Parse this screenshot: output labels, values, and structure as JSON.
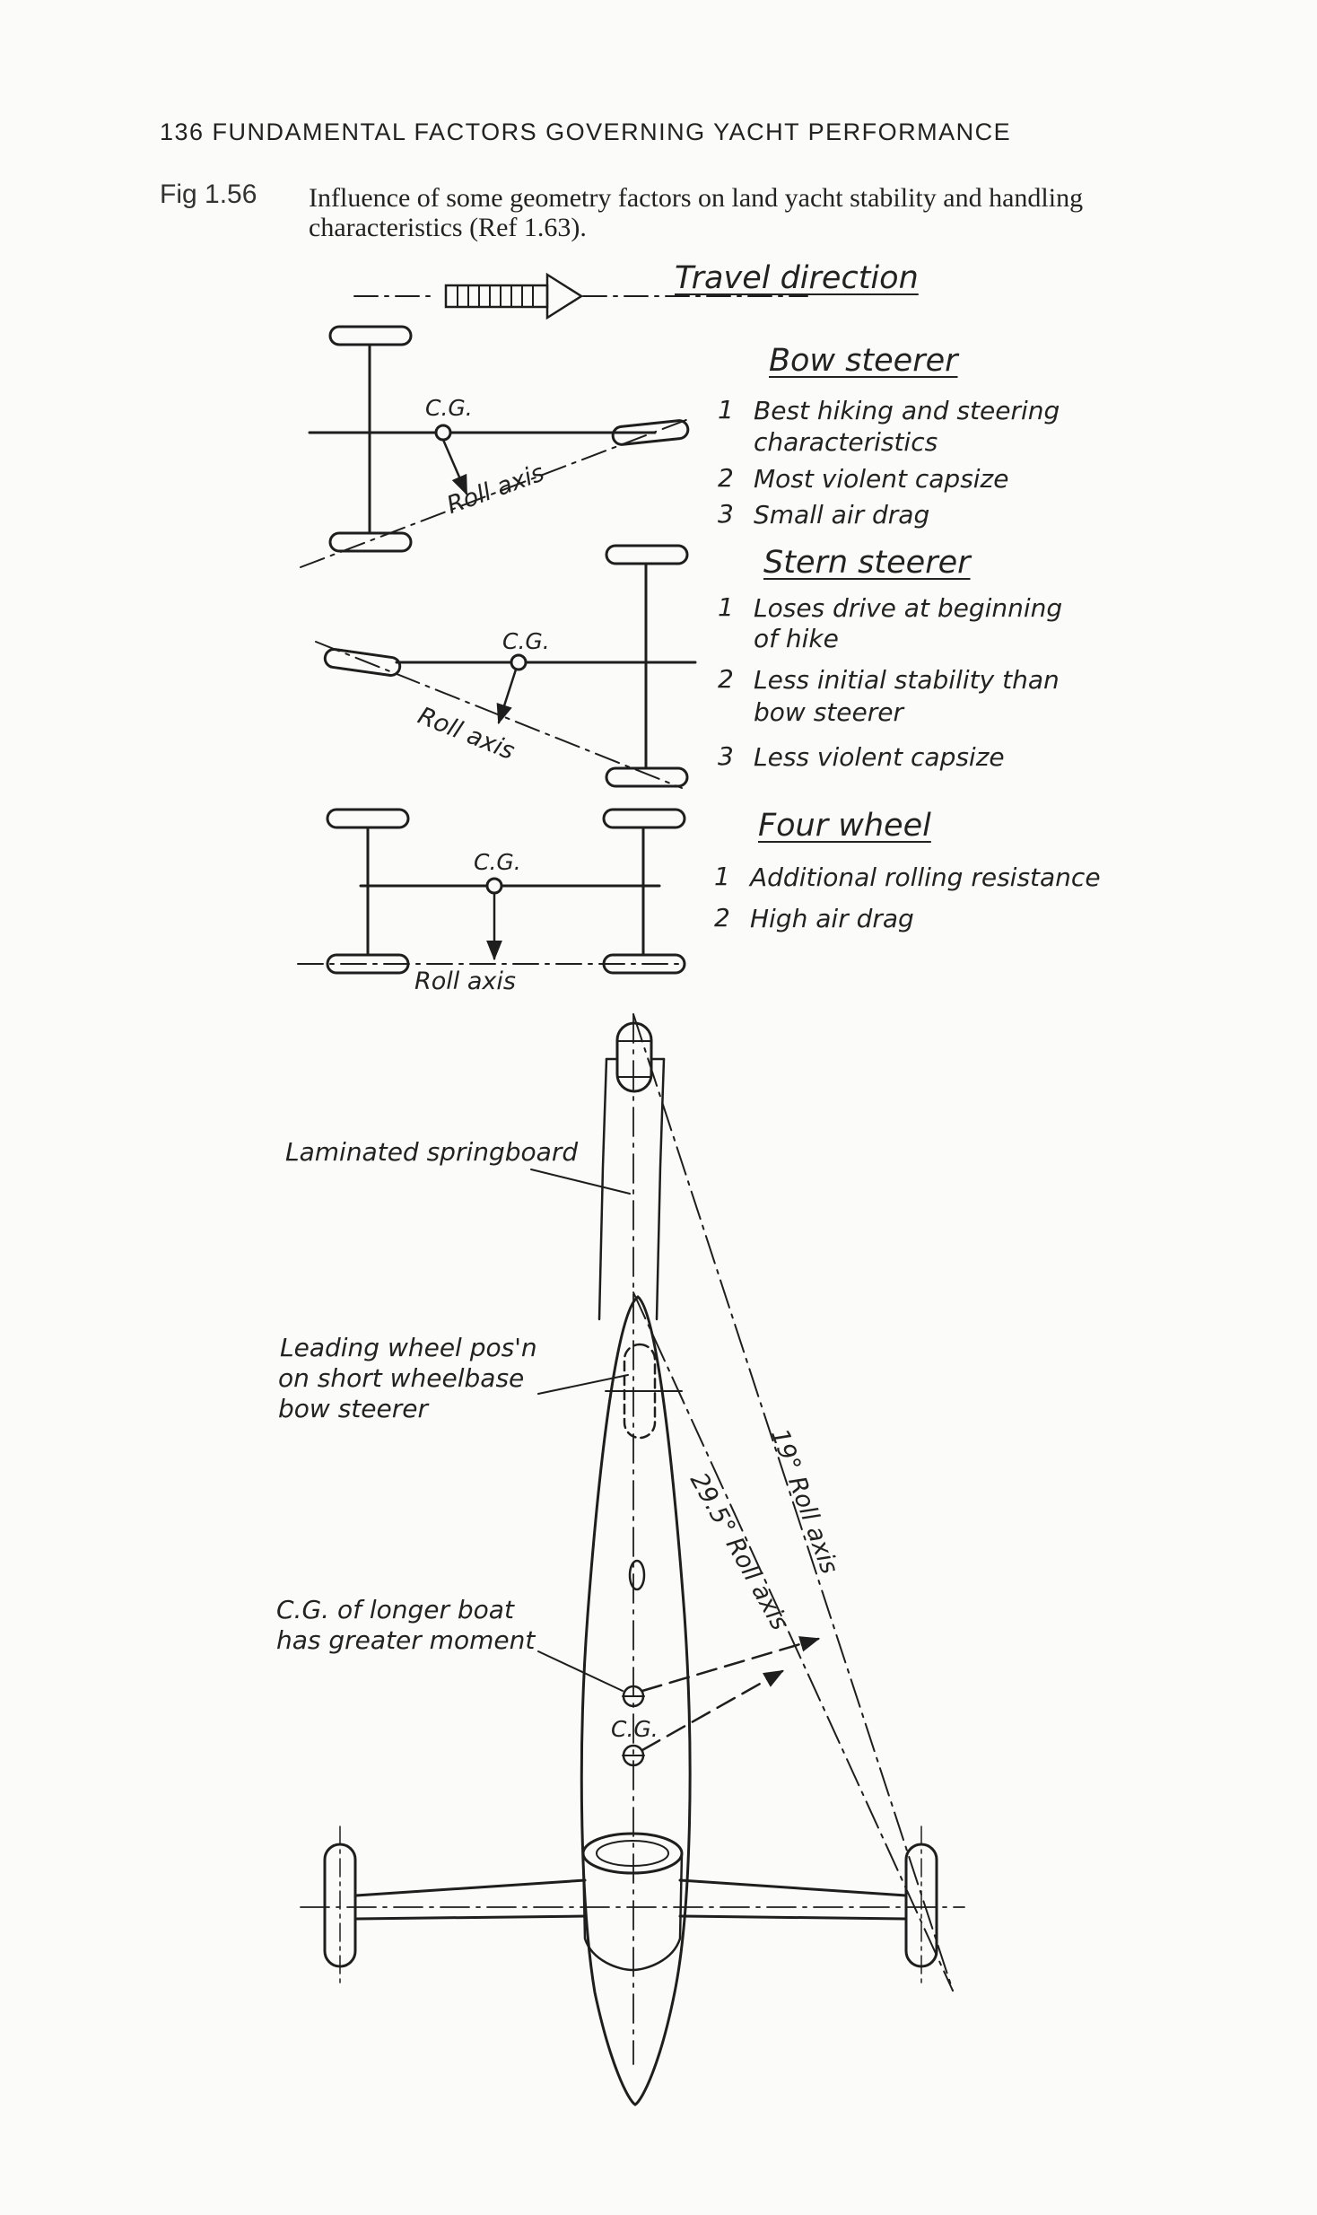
{
  "header": {
    "running_head": "136 FUNDAMENTAL FACTORS GOVERNING YACHT PERFORMANCE"
  },
  "figure": {
    "label": "Fig 1.56",
    "caption": "Influence of some geometry factors on land yacht stability and handling characteristics (Ref 1.63).",
    "travel_direction": "Travel direction",
    "cg_label": "C.G.",
    "roll_axis_label": "Roll axis",
    "configurations": [
      {
        "title": "Bow steerer",
        "items": [
          {
            "num": "1",
            "lines": [
              "Best hiking and steering",
              "characteristics"
            ]
          },
          {
            "num": "2",
            "lines": [
              "Most violent capsize"
            ]
          },
          {
            "num": "3",
            "lines": [
              "Small air drag"
            ]
          }
        ]
      },
      {
        "title": "Stern steerer",
        "items": [
          {
            "num": "1",
            "lines": [
              "Loses drive at beginning",
              "of hike"
            ]
          },
          {
            "num": "2",
            "lines": [
              "Less initial stability than",
              "bow steerer"
            ]
          },
          {
            "num": "3",
            "lines": [
              "Less violent capsize"
            ]
          }
        ]
      },
      {
        "title": "Four wheel",
        "items": [
          {
            "num": "1",
            "lines": [
              "Additional rolling resistance"
            ]
          },
          {
            "num": "2",
            "lines": [
              "High air drag"
            ]
          }
        ]
      }
    ],
    "plan_view": {
      "springboard": "Laminated springboard",
      "leading_wheel": [
        "Leading wheel pos'n",
        "on short wheelbase",
        "bow steerer"
      ],
      "cg_note": [
        "C.G. of longer boat",
        "has greater moment"
      ],
      "cg": "C.G.",
      "roll_axis_19": "19° Roll axis",
      "roll_axis_29": "29.5° Roll axis"
    }
  }
}
